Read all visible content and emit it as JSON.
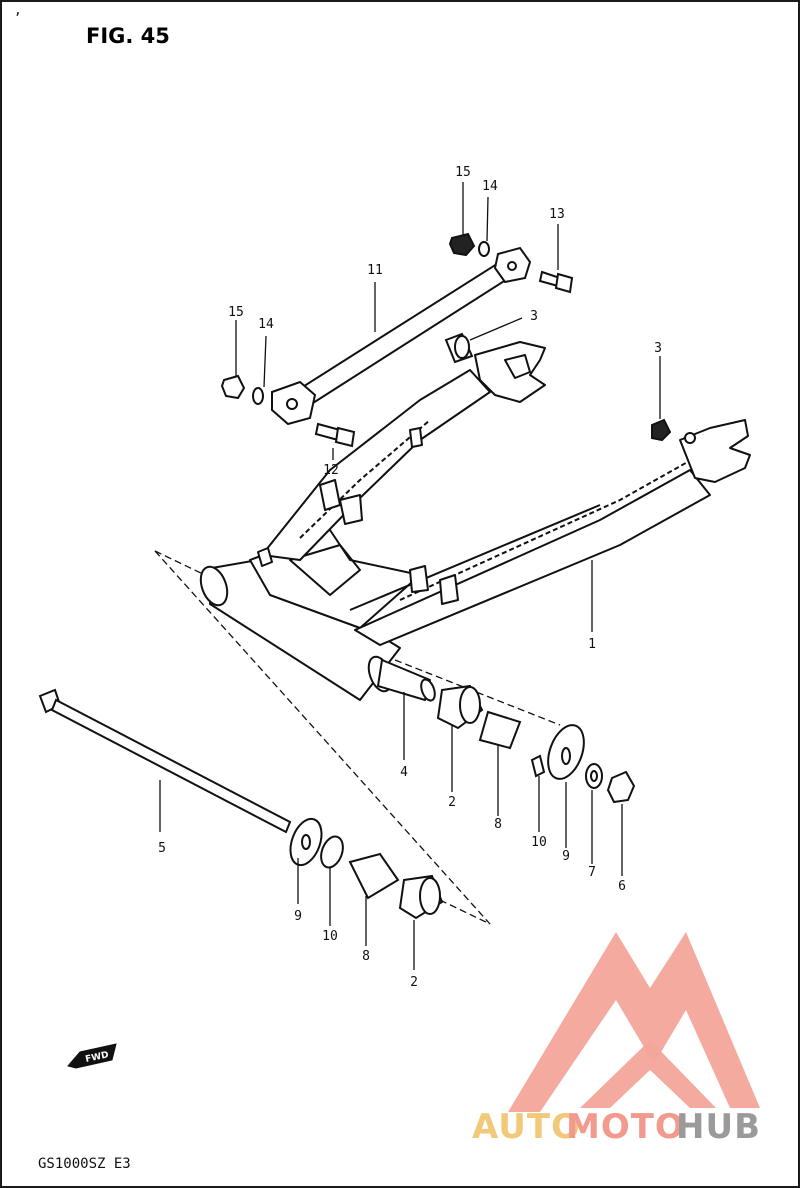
{
  "figure": {
    "title": "FIG. 45",
    "model_code": "GS1000SZ E3",
    "forward_label": "FWD"
  },
  "callouts": [
    "1",
    "2",
    "2",
    "3",
    "3",
    "4",
    "5",
    "6",
    "7",
    "8",
    "8",
    "9",
    "9",
    "10",
    "10",
    "11",
    "12",
    "13",
    "14",
    "14",
    "15",
    "15"
  ],
  "watermark": {
    "brand_auto": "AUTO",
    "brand_moto": "MOTO",
    "brand_hub": "HUB",
    "colors": {
      "auto": "#f2c879",
      "moto": "#f29a8e",
      "hub": "#9a9a9a",
      "logo": "#f4a59b"
    }
  },
  "colors": {
    "border": "#1a1a1a",
    "ink": "#111111"
  }
}
